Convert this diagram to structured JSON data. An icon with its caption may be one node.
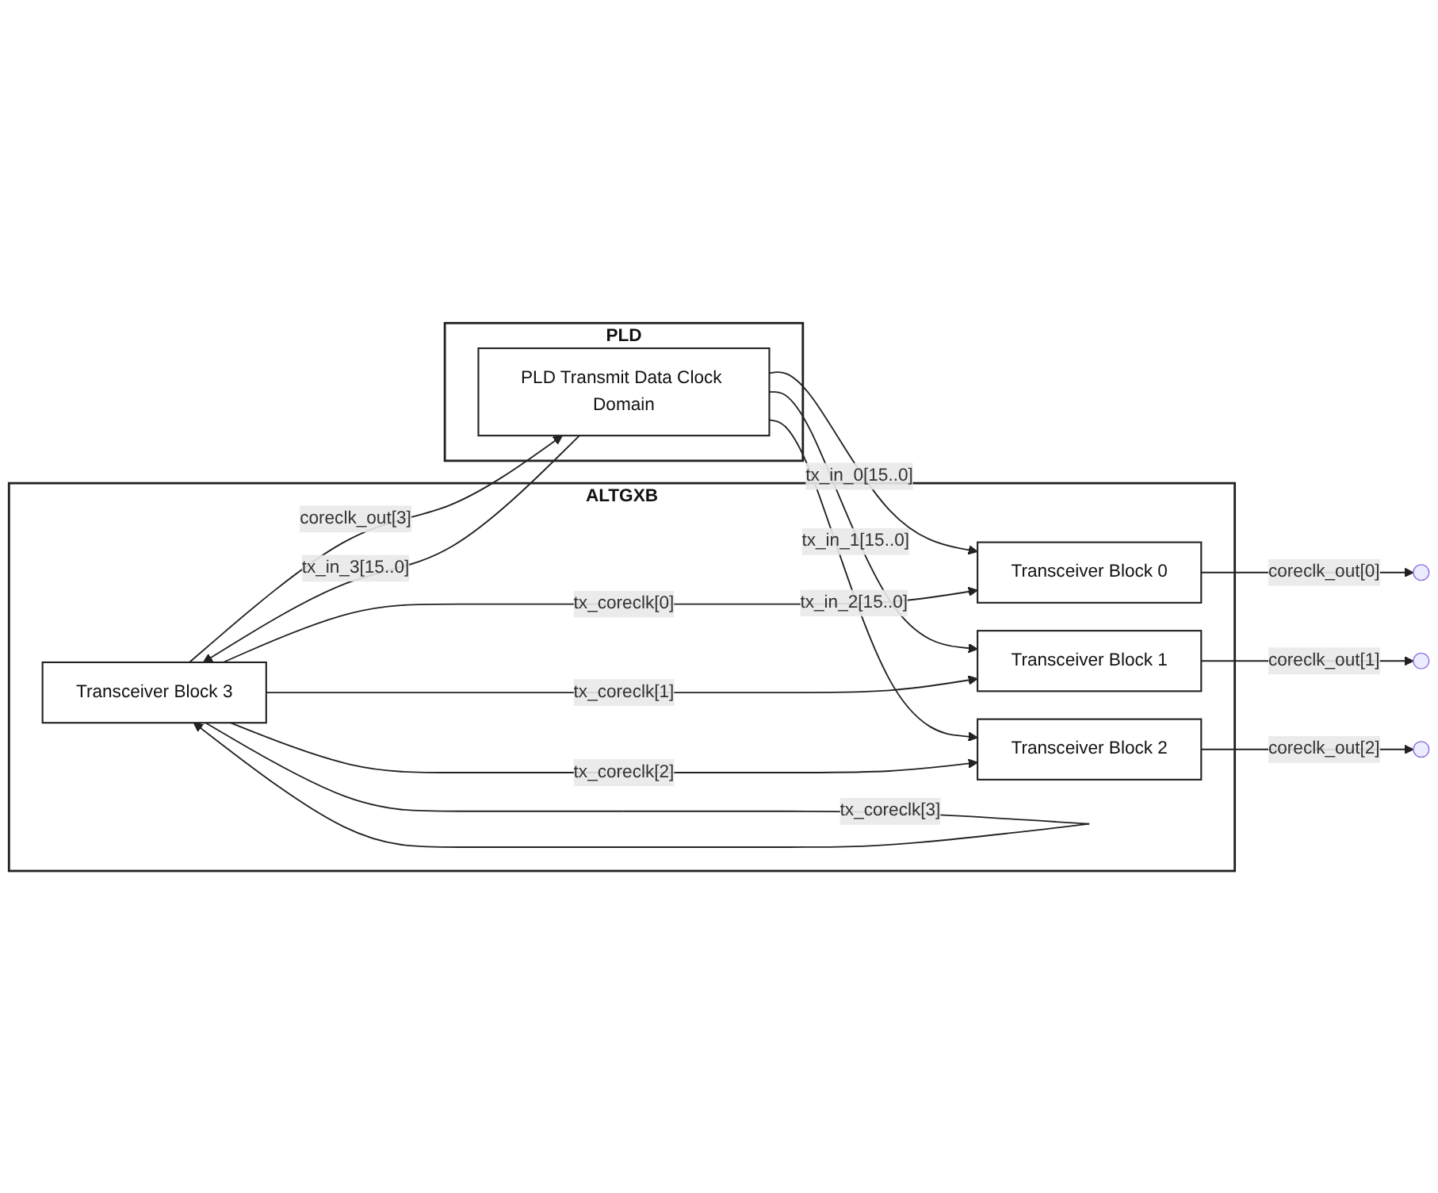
{
  "diagram": {
    "nodes": [
      {
        "text": [
          "ALTGXB"
        ]
      },
      {
        "text": [
          "Transceiver Block 0"
        ],
        "in": 0
      },
      {
        "text": [
          "Transceiver Block 1"
        ],
        "in": 0
      },
      {
        "text": [
          "Transceiver Block 2"
        ],
        "in": 0
      },
      {
        "text": [
          "Transceiver Block 3"
        ],
        "in": 0
      },
      {
        "text": [
          "PLD"
        ]
      },
      {
        "text": [
          "PLD Transmit Data Clock Domain"
        ],
        "in": 5
      }
    ],
    "edges": [
      {
        "from": 1,
        "to": null,
        "arrow": "to",
        "label": "coreclk_out[0]"
      },
      {
        "from": 6,
        "to": 1,
        "arrow": "to",
        "label": "tx_in_0[15..0]"
      },
      {
        "from": 4,
        "to": 1,
        "arrow": "to",
        "label": "tx_coreclk[0]"
      },
      {
        "from": 2,
        "to": null,
        "arrow": "to",
        "label": "coreclk_out[1]"
      },
      {
        "from": 6,
        "to": 2,
        "arrow": "to",
        "label": "tx_in_1[15..0]"
      },
      {
        "from": 4,
        "to": 2,
        "arrow": "to",
        "label": "tx_coreclk[1]"
      },
      {
        "from": 3,
        "to": null,
        "arrow": "to",
        "label": "coreclk_out[2]"
      },
      {
        "from": 6,
        "to": 3,
        "arrow": "to",
        "label": "tx_in_2[15..0]"
      },
      {
        "from": 4,
        "to": 3,
        "arrow": "to",
        "label": "tx_coreclk[2]"
      },
      {
        "from": 4,
        "to": 6,
        "arrow": "to",
        "label": "coreclk_out[3]"
      },
      {
        "from": 6,
        "to": 4,
        "arrow": "to",
        "label": "tx_in_3[15..0]"
      },
      {
        "from": 4,
        "to": 4,
        "arrow": "to",
        "label": "tx_coreclk[3]"
      }
    ]
  }
}
